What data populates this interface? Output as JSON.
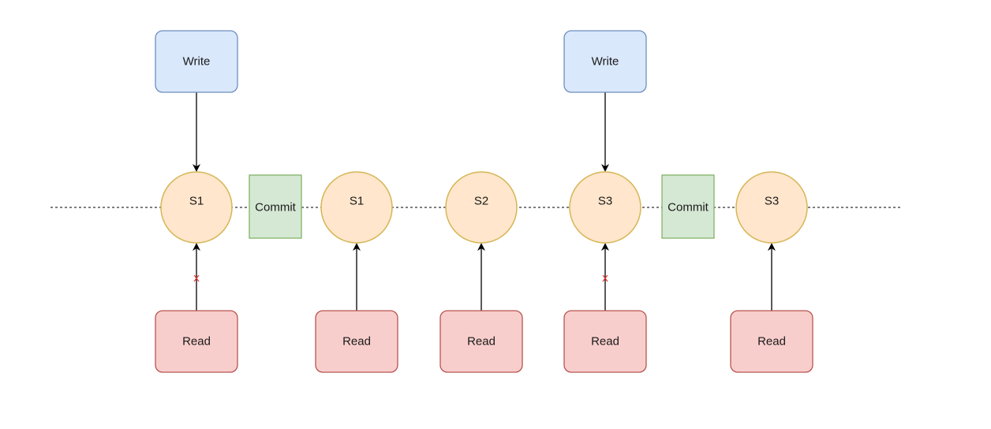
{
  "colors": {
    "write_fill": "#dae8fc",
    "write_stroke": "#6c8ebf",
    "read_fill": "#f8cecc",
    "read_stroke": "#b85450",
    "state_fill": "#ffe6cc",
    "state_stroke": "#d6b656",
    "commit_fill": "#d5e8d4",
    "commit_stroke": "#82b366",
    "edge": "#000000",
    "blocked": "#e53935",
    "timeline": "#333333"
  },
  "diagram": {
    "write_label": "Write",
    "read_label": "Read",
    "commit_label": "Commit",
    "blocked_marker": "x",
    "states": [
      {
        "label": "S1",
        "has_write": true,
        "has_read": true,
        "read_blocked": true
      },
      {
        "label": "S1",
        "has_write": false,
        "has_read": true,
        "read_blocked": false
      },
      {
        "label": "S2",
        "has_write": false,
        "has_read": true,
        "read_blocked": false
      },
      {
        "label": "S3",
        "has_write": true,
        "has_read": true,
        "read_blocked": true
      },
      {
        "label": "S3",
        "has_write": false,
        "has_read": true,
        "read_blocked": false
      }
    ],
    "commits_after_state": [
      0,
      3
    ]
  }
}
